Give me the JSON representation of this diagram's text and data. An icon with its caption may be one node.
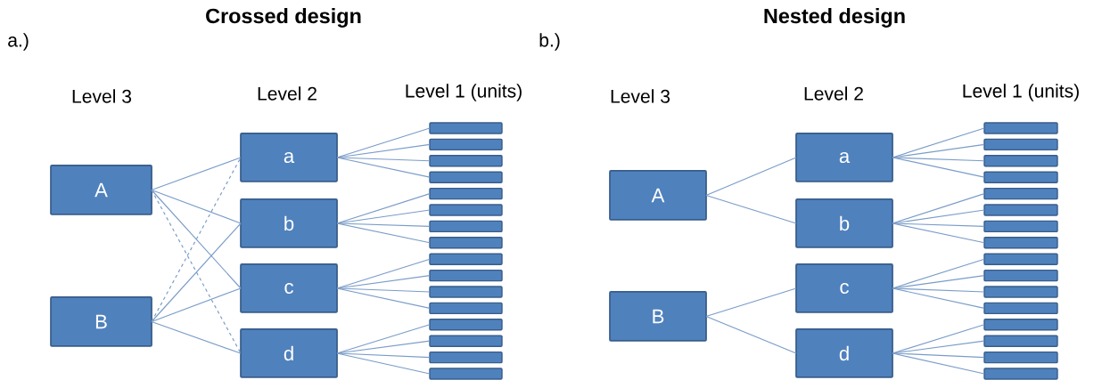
{
  "diagram": {
    "nodes": [
      {
        "text": [
          "A"
        ]
      },
      {
        "text": [
          "B"
        ]
      },
      {
        "text": [
          "a"
        ]
      },
      {
        "text": [
          "b"
        ]
      },
      {
        "text": [
          "c"
        ]
      },
      {
        "text": [
          "d"
        ]
      },
      {
        "text": [],
        "shape": "bar"
      },
      {
        "text": [],
        "shape": "bar"
      },
      {
        "text": [],
        "shape": "bar"
      },
      {
        "text": [],
        "shape": "bar"
      },
      {
        "text": [],
        "shape": "bar"
      },
      {
        "text": [],
        "shape": "bar"
      },
      {
        "text": [],
        "shape": "bar"
      },
      {
        "text": [],
        "shape": "bar"
      },
      {
        "text": [],
        "shape": "bar"
      },
      {
        "text": [],
        "shape": "bar"
      },
      {
        "text": [],
        "shape": "bar"
      },
      {
        "text": [],
        "shape": "bar"
      },
      {
        "text": [],
        "shape": "bar"
      },
      {
        "text": [],
        "shape": "bar"
      },
      {
        "text": [],
        "shape": "bar"
      },
      {
        "text": [],
        "shape": "bar"
      },
      {
        "text": [
          "A"
        ]
      },
      {
        "text": [
          "B"
        ]
      },
      {
        "text": [
          "a"
        ]
      },
      {
        "text": [
          "b"
        ]
      },
      {
        "text": [
          "c"
        ]
      },
      {
        "text": [
          "d"
        ]
      },
      {
        "text": [],
        "shape": "bar"
      },
      {
        "text": [],
        "shape": "bar"
      },
      {
        "text": [],
        "shape": "bar"
      },
      {
        "text": [],
        "shape": "bar"
      },
      {
        "text": [],
        "shape": "bar"
      },
      {
        "text": [],
        "shape": "bar"
      },
      {
        "text": [],
        "shape": "bar"
      },
      {
        "text": [],
        "shape": "bar"
      },
      {
        "text": [],
        "shape": "bar"
      },
      {
        "text": [],
        "shape": "bar"
      },
      {
        "text": [],
        "shape": "bar"
      },
      {
        "text": [],
        "shape": "bar"
      },
      {
        "text": [],
        "shape": "bar"
      },
      {
        "text": [],
        "shape": "bar"
      },
      {
        "text": [],
        "shape": "bar"
      },
      {
        "text": [],
        "shape": "bar"
      }
    ],
    "edges": [
      {
        "from": 0,
        "to": 2,
        "arrow": "none"
      },
      {
        "from": 0,
        "to": 3,
        "arrow": "none"
      },
      {
        "from": 0,
        "to": 4,
        "arrow": "none"
      },
      {
        "from": 0,
        "to": 5,
        "arrow": "none",
        "style": "dashed"
      },
      {
        "from": 1,
        "to": 2,
        "arrow": "none",
        "style": "dashed"
      },
      {
        "from": 1,
        "to": 3,
        "arrow": "none"
      },
      {
        "from": 1,
        "to": 4,
        "arrow": "none"
      },
      {
        "from": 1,
        "to": 5,
        "arrow": "none"
      },
      {
        "from": 2,
        "to": 6,
        "arrow": "none"
      },
      {
        "from": 2,
        "to": 7,
        "arrow": "none"
      },
      {
        "from": 2,
        "to": 8,
        "arrow": "none"
      },
      {
        "from": 2,
        "to": 9,
        "arrow": "none"
      },
      {
        "from": 3,
        "to": 10,
        "arrow": "none"
      },
      {
        "from": 3,
        "to": 11,
        "arrow": "none"
      },
      {
        "from": 3,
        "to": 12,
        "arrow": "none"
      },
      {
        "from": 3,
        "to": 13,
        "arrow": "none"
      },
      {
        "from": 4,
        "to": 14,
        "arrow": "none"
      },
      {
        "from": 4,
        "to": 15,
        "arrow": "none"
      },
      {
        "from": 4,
        "to": 16,
        "arrow": "none"
      },
      {
        "from": 4,
        "to": 17,
        "arrow": "none"
      },
      {
        "from": 5,
        "to": 18,
        "arrow": "none"
      },
      {
        "from": 5,
        "to": 19,
        "arrow": "none"
      },
      {
        "from": 5,
        "to": 20,
        "arrow": "none"
      },
      {
        "from": 5,
        "to": 21,
        "arrow": "none"
      },
      {
        "from": 22,
        "to": 24,
        "arrow": "none"
      },
      {
        "from": 22,
        "to": 25,
        "arrow": "none"
      },
      {
        "from": 23,
        "to": 26,
        "arrow": "none"
      },
      {
        "from": 23,
        "to": 27,
        "arrow": "none"
      },
      {
        "from": 24,
        "to": 28,
        "arrow": "none"
      },
      {
        "from": 24,
        "to": 29,
        "arrow": "none"
      },
      {
        "from": 24,
        "to": 30,
        "arrow": "none"
      },
      {
        "from": 24,
        "to": 31,
        "arrow": "none"
      },
      {
        "from": 25,
        "to": 32,
        "arrow": "none"
      },
      {
        "from": 25,
        "to": 33,
        "arrow": "none"
      },
      {
        "from": 25,
        "to": 34,
        "arrow": "none"
      },
      {
        "from": 25,
        "to": 35,
        "arrow": "none"
      },
      {
        "from": 26,
        "to": 36,
        "arrow": "none"
      },
      {
        "from": 26,
        "to": 37,
        "arrow": "none"
      },
      {
        "from": 26,
        "to": 38,
        "arrow": "none"
      },
      {
        "from": 26,
        "to": 39,
        "arrow": "none"
      },
      {
        "from": 27,
        "to": 40,
        "arrow": "none"
      },
      {
        "from": 27,
        "to": 41,
        "arrow": "none"
      },
      {
        "from": 27,
        "to": 42,
        "arrow": "none"
      },
      {
        "from": 27,
        "to": 43,
        "arrow": "none"
      }
    ],
    "labels": [
      "Crossed design",
      "a.)",
      "Nested design",
      "b.)",
      "Level 3",
      "Level 2",
      "Level 1 (units)",
      "Level 3",
      "Level 2",
      "Level 1 (units)"
    ]
  }
}
